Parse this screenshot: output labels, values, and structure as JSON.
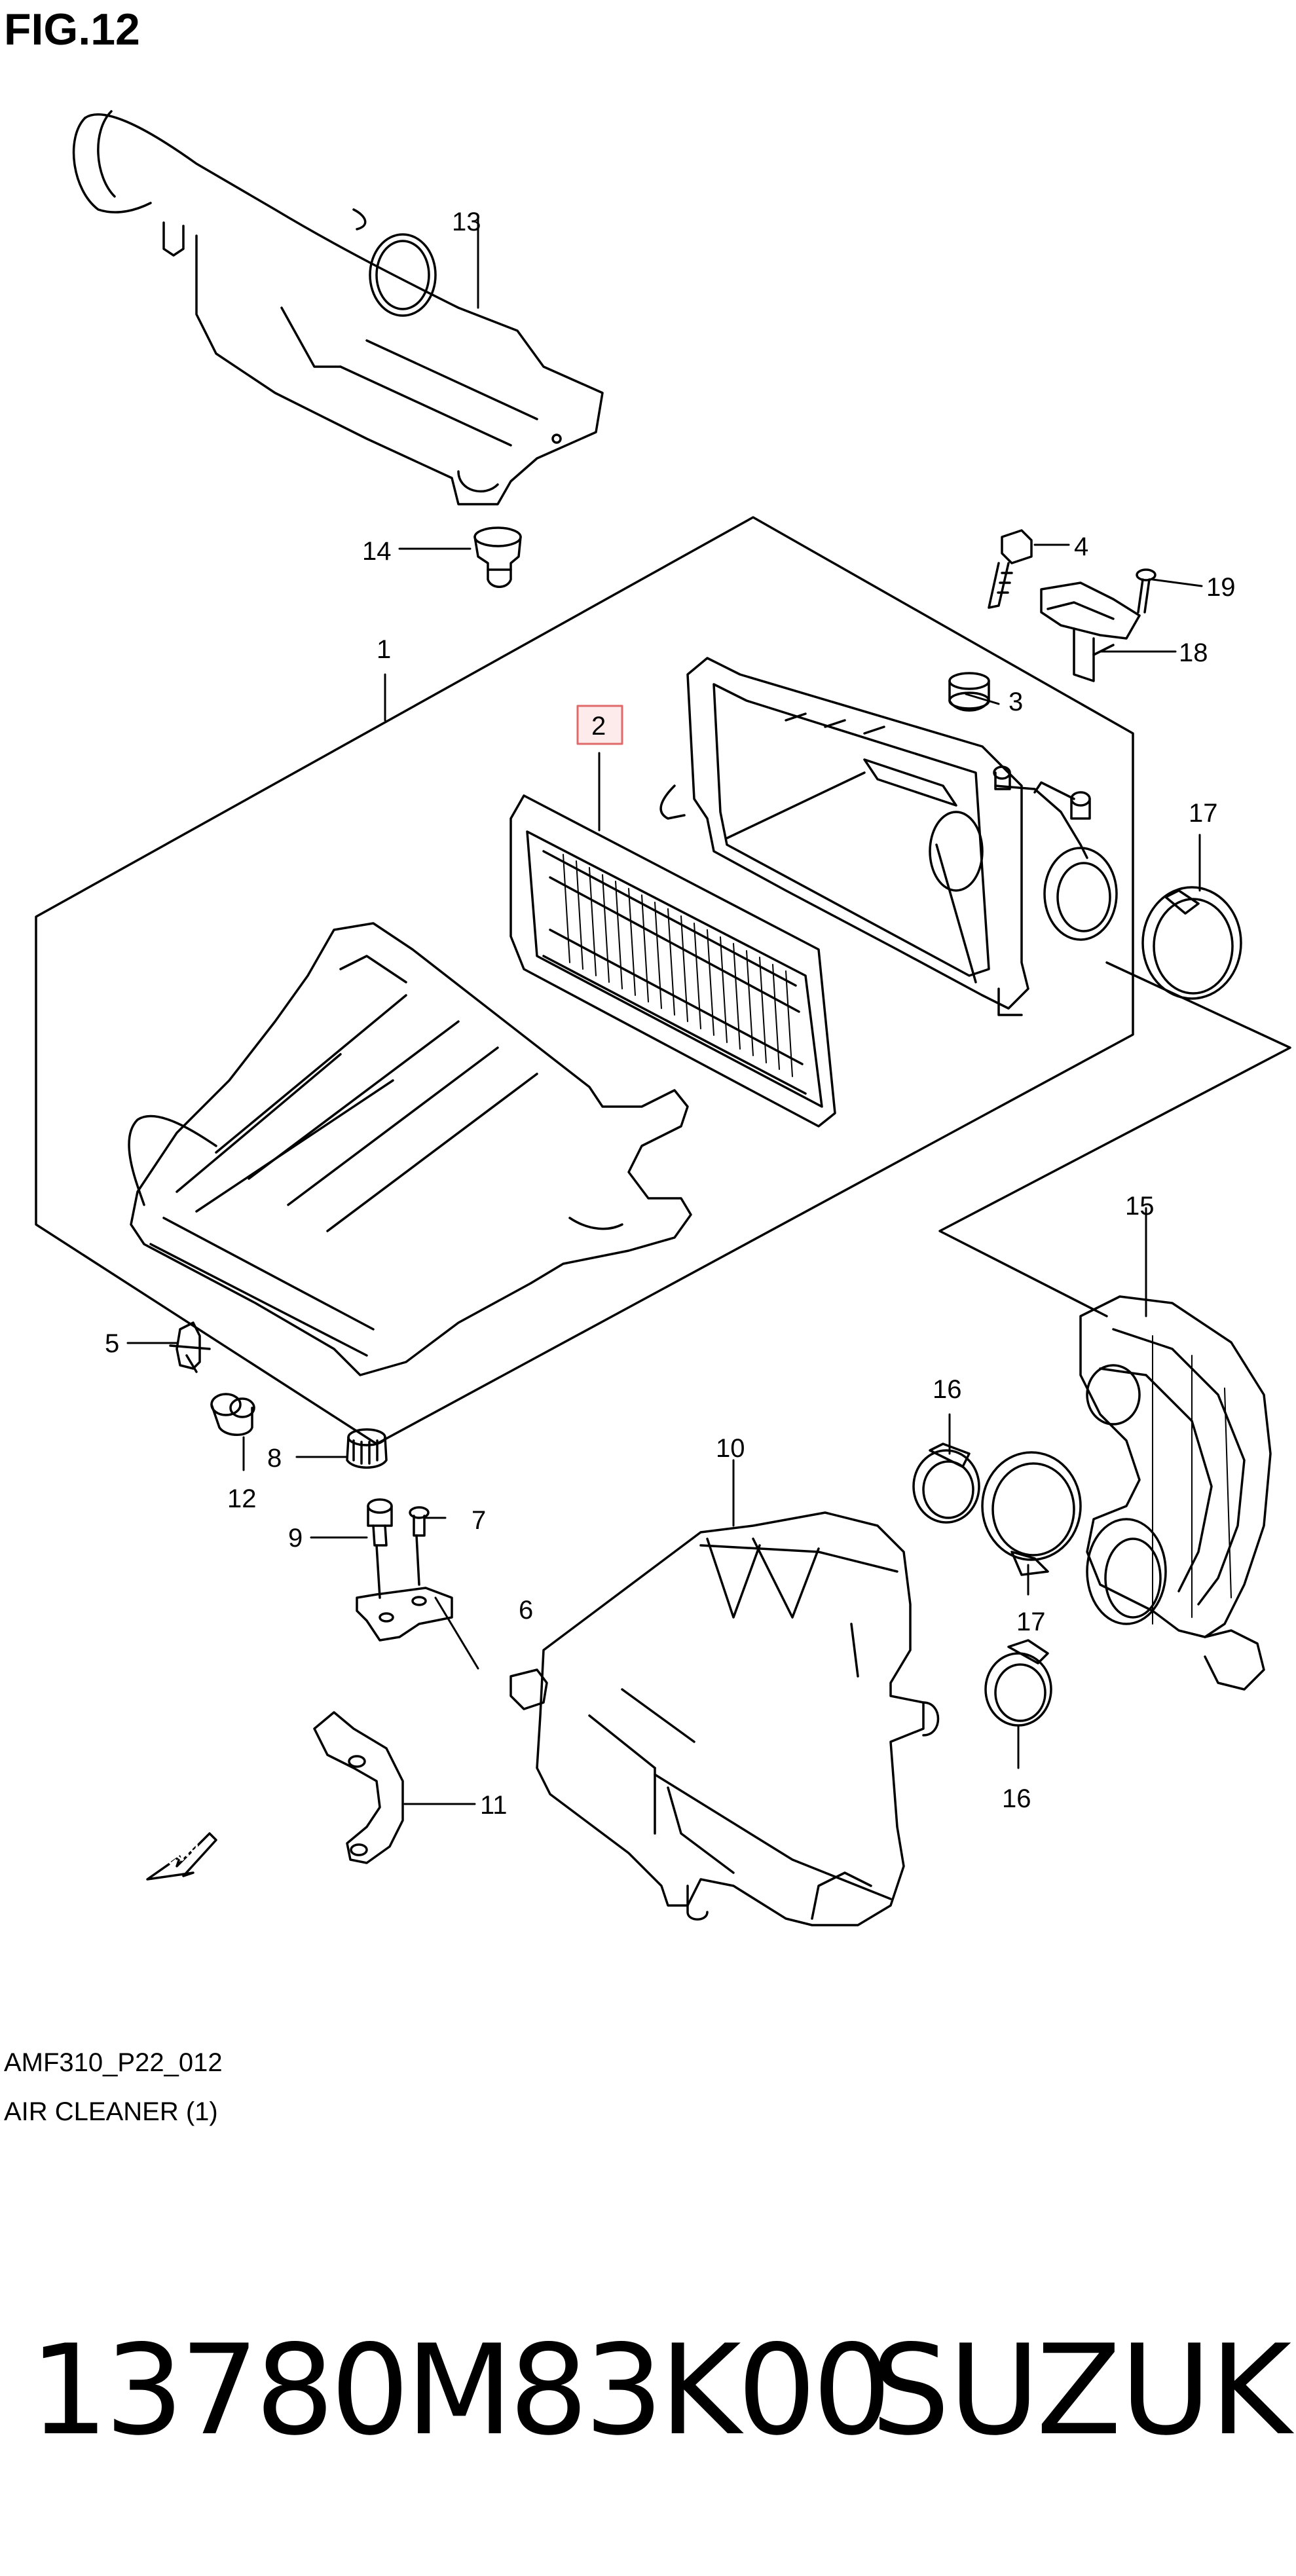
{
  "figure_label": "FIG.12",
  "reference_code": "AMF310_P22_012",
  "section_title": "AIR CLEANER (1)",
  "part_number": "13780M83K00",
  "brand": "SUZUKI",
  "fwd_label": "FWD",
  "highlight_color": "#e06a6a",
  "callouts": {
    "c1": "1",
    "c2": "2",
    "c3": "3",
    "c4": "4",
    "c5": "5",
    "c6": "6",
    "c7": "7",
    "c8": "8",
    "c9": "9",
    "c10": "10",
    "c11": "11",
    "c12": "12",
    "c13": "13",
    "c14": "14",
    "c15": "15",
    "c16a": "16",
    "c16b": "16",
    "c17a": "17",
    "c17b": "17",
    "c18": "18",
    "c19": "19"
  }
}
